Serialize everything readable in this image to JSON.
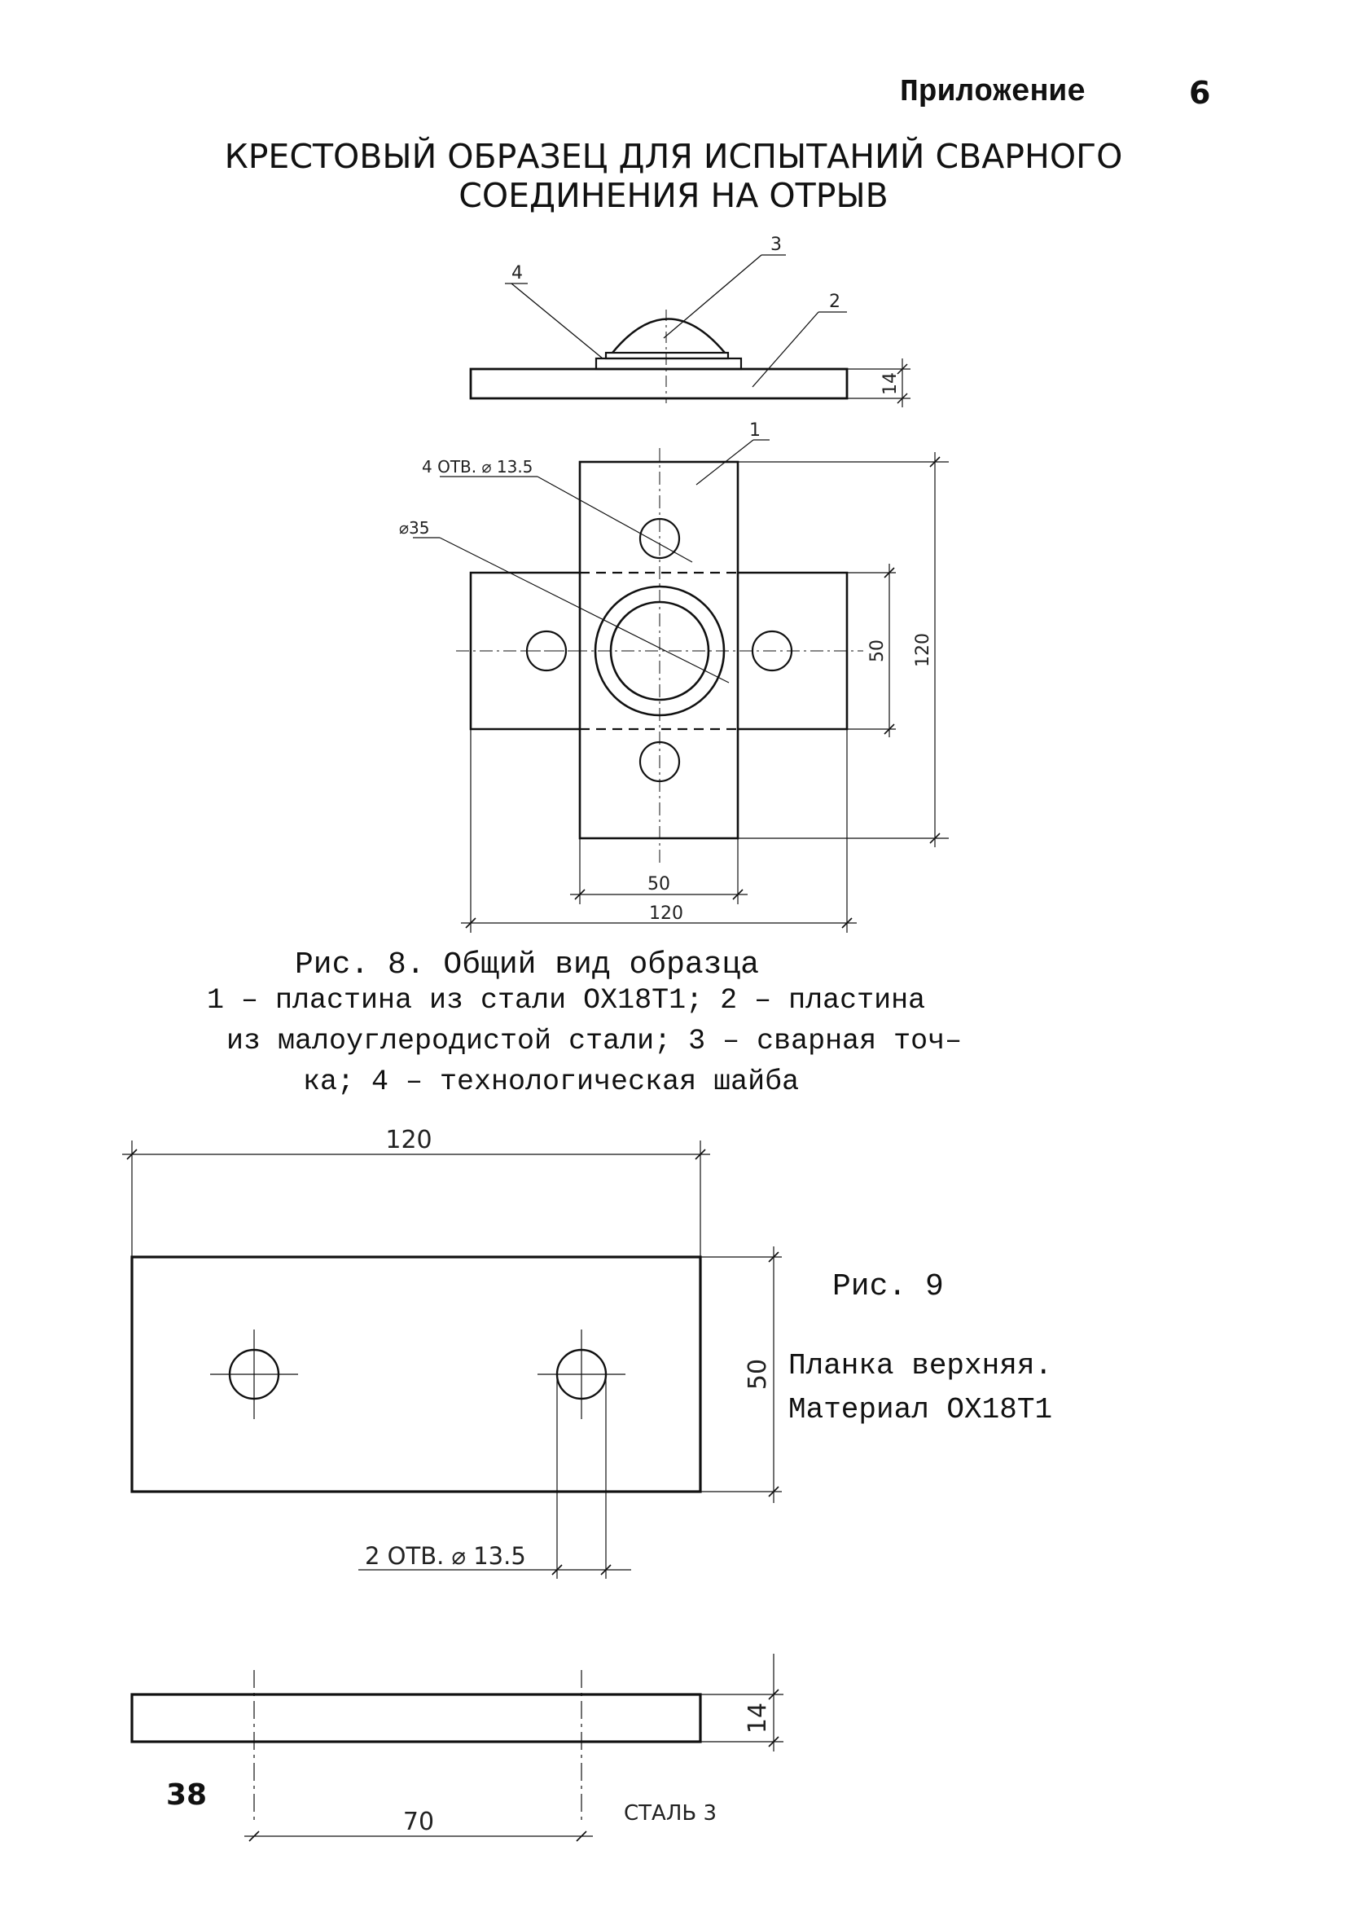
{
  "header": {
    "appendix_label": "Приложение",
    "appendix_number": "6"
  },
  "title": {
    "line1": "КРЕСТОВЫЙ ОБРАЗЕЦ ДЛЯ ИСПЫТАНИЙ СВАРНОГО",
    "line2": "СОЕДИНЕНИЯ НА ОТРЫВ"
  },
  "figure8": {
    "callouts": [
      "1",
      "2",
      "3",
      "4"
    ],
    "hole_note": "4 ОТВ. ⌀ 13.5",
    "diameter_note": "⌀35",
    "side_thickness": "14",
    "dim_inner_vertical": "50",
    "dim_outer_vertical": "120",
    "dim_inner_horizontal": "50",
    "dim_outer_horizontal": "120",
    "caption_title": "Рис. 8. Общий вид образца",
    "caption_line1": "1 – пластина из стали ОХ18Т1; 2 – пластина",
    "caption_line2": "из малоуглеродистой стали; 3 – сварная точ–",
    "caption_line3": "ка; 4 – технологическая шайба"
  },
  "figure9": {
    "label": "Рис. 9",
    "desc_line1": "Планка верхняя.",
    "desc_line2": "Материал ОХ18Т1",
    "dim_length": "120",
    "dim_height": "50",
    "hole_note": "2 ОТВ. ⌀ 13.5",
    "dim_thickness": "14",
    "dim_hole_spacing": "70",
    "material_note": "СТАЛЬ 3"
  },
  "page_number": "38"
}
